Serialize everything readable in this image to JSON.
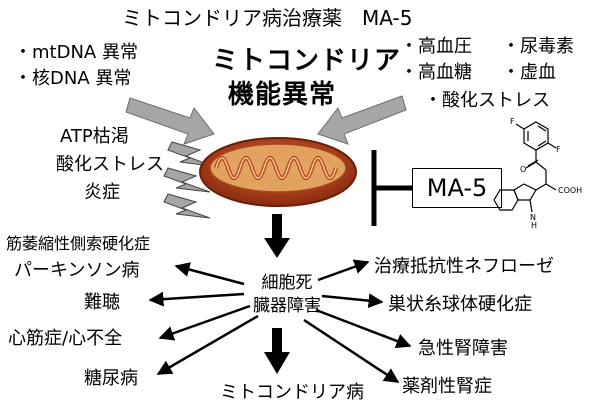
{
  "title": "ミトコンドリア病治療薬　MA-5",
  "causes_left": [
    "・mtDNA 異常",
    "・核DNA 異常"
  ],
  "causes_right": [
    "・高血圧",
    "・尿毒素",
    "・高血糖",
    "・虚血",
    "・酸化ストレス"
  ],
  "center_label": [
    "ミトコンドリア",
    "機能異常"
  ],
  "effects_left": [
    "ATP枯渇",
    "酸化ストレス",
    "炎症"
  ],
  "inhibitor": "MA-5",
  "cell_death": [
    "細胞死",
    "臓器障害"
  ],
  "diseases_left": [
    "筋萎縮性側索硬化症",
    "パーキンソン病",
    "難聴",
    "心筋症/心不全",
    "糖尿病"
  ],
  "diseases_right": [
    "治療抵抗性ネフローゼ",
    "巣状糸球体硬化症",
    "急性腎障害",
    "薬剤性腎症"
  ],
  "bottom_label": "ミトコンドリア病",
  "molecule_labels": [
    "F",
    "F",
    "O",
    "COOH",
    "N",
    "H"
  ],
  "colors": {
    "mito_outer": "#b8431c",
    "mito_inner": "#e0a25e",
    "arrow_gray": "#a6a6a6"
  }
}
